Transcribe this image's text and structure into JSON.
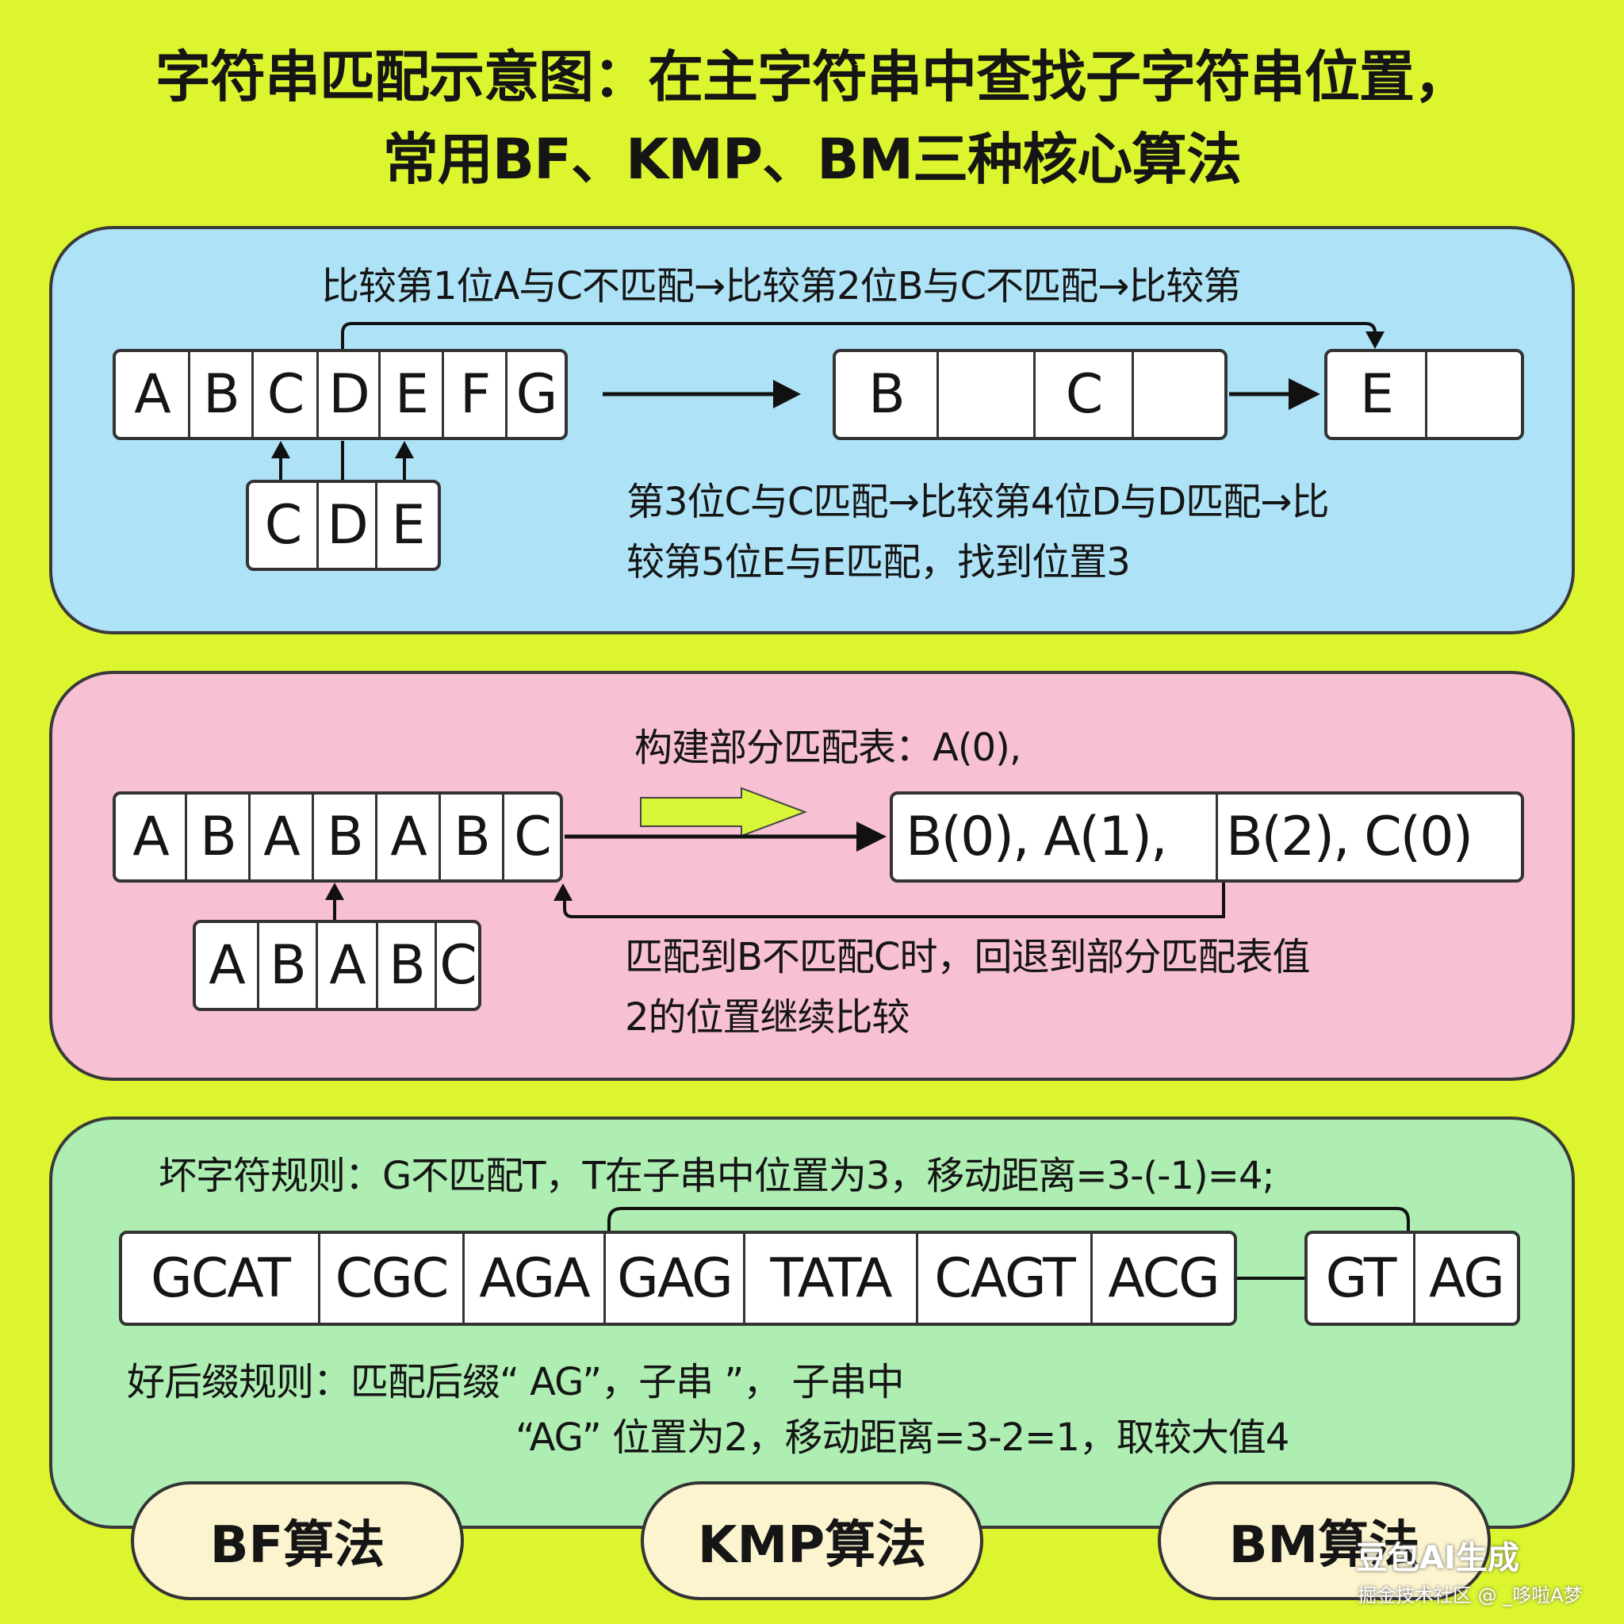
{
  "title": {
    "line1": "字符串匹配示意图：在主字符串中查找子字符串位置，",
    "line2": "常用BF、KMP、BM三种核心算法"
  },
  "bf": {
    "note_top": "比较第1位A与C不匹配→比较第2位B与C不匹配→比较第",
    "note_bottom_1": "第3位C与C匹配→比较第4位D与D匹配→比",
    "note_bottom_2": "较第5位E与E匹配，找到位置3",
    "main": [
      "A",
      "B",
      "C",
      "D",
      "E",
      "F",
      "G"
    ],
    "pattern": [
      "C",
      "D",
      "E"
    ],
    "step1": [
      "B",
      "",
      "C",
      ""
    ],
    "step2": [
      "E",
      ""
    ]
  },
  "kmp": {
    "note_top": "构建部分匹配表：A(0),",
    "note_bottom_1": "匹配到B不匹配C时，回退到部分匹配表值",
    "note_bottom_2": "2的位置继续比较",
    "main": [
      "A",
      "B",
      "A",
      "B",
      "A",
      "B",
      "C"
    ],
    "pattern": [
      "A",
      "B",
      "A",
      "B",
      "C"
    ],
    "table": [
      "B(0), A(1),",
      "B(2), C(0)"
    ]
  },
  "bm": {
    "note_top": "坏字符规则：G不匹配T，T在子串中位置为3，移动距离=3-(-1)=4;",
    "note_bottom_1": "好后缀规则：匹配后缀“ AG”，子串 ”， 子串中",
    "note_bottom_2": "“AG” 位置为2，移动距离=3-2=1，取较大值4",
    "main": [
      "GCAT",
      "CGC",
      "AGA",
      "GAG",
      "TATA",
      "CAGT",
      "ACG"
    ],
    "pattern": [
      "GT",
      "AG"
    ]
  },
  "labels": [
    "BF算法",
    "KMP算法",
    "BM算法"
  ],
  "watermark": {
    "line1": "豆包AI生成",
    "line2": "掘金技术社区 @ _哆啦A梦"
  },
  "colors": {
    "background": "#dcf52e",
    "bf_panel": "#aee3f7",
    "kmp_panel": "#f7c0d3",
    "bm_panel": "#aeeeb2",
    "label_fill": "#fbf4cf",
    "kmp_arrow": "#d9f53a"
  }
}
